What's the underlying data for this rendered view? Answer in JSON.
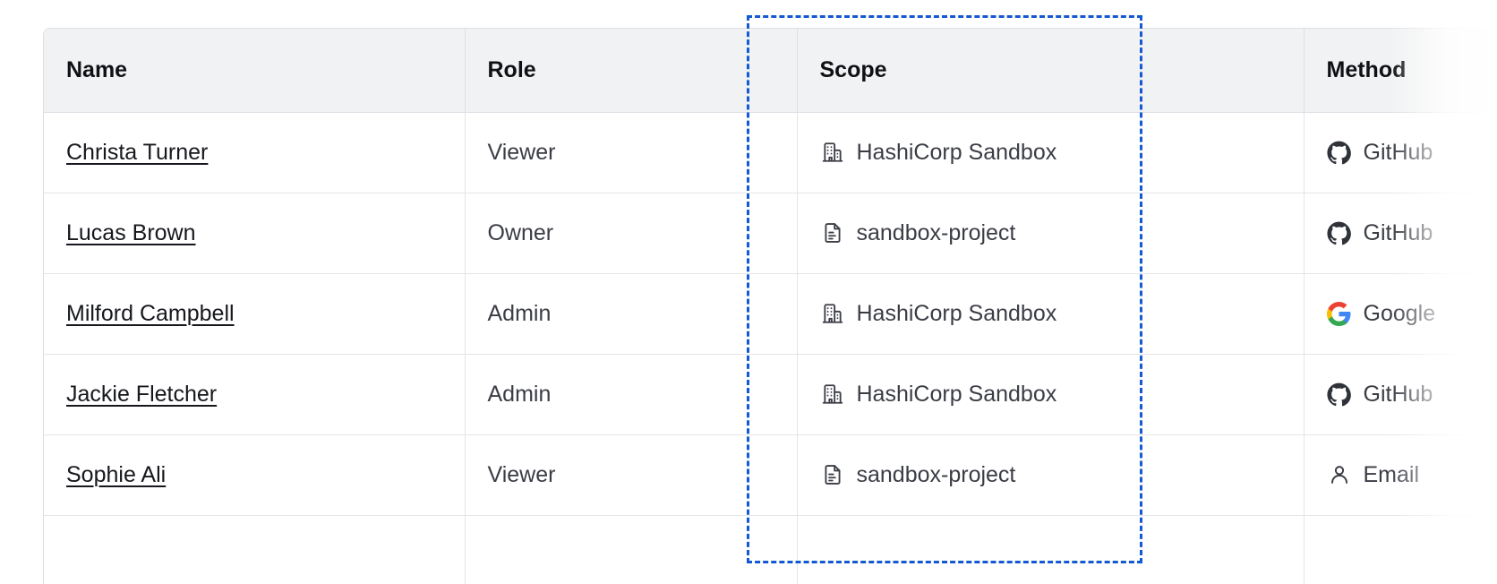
{
  "table": {
    "columns": [
      {
        "key": "name",
        "label": "Name"
      },
      {
        "key": "role",
        "label": "Role"
      },
      {
        "key": "scope",
        "label": "Scope"
      },
      {
        "key": "method",
        "label": "Method"
      }
    ],
    "rows": [
      {
        "name": "Christa Turner",
        "role": "Viewer",
        "scope": "HashiCorp Sandbox",
        "scope_icon": "organization-building-icon",
        "method": "GitHub",
        "method_icon": "github-icon"
      },
      {
        "name": "Lucas Brown",
        "role": "Owner",
        "scope": "sandbox-project",
        "scope_icon": "project-document-icon",
        "method": "GitHub",
        "method_icon": "github-icon"
      },
      {
        "name": "Milford Campbell",
        "role": "Admin",
        "scope": "HashiCorp Sandbox",
        "scope_icon": "organization-building-icon",
        "method": "Google",
        "method_icon": "google-icon"
      },
      {
        "name": "Jackie Fletcher",
        "role": "Admin",
        "scope": "HashiCorp Sandbox",
        "scope_icon": "organization-building-icon",
        "method": "GitHub",
        "method_icon": "github-icon"
      },
      {
        "name": "Sophie Ali",
        "role": "Viewer",
        "scope": "sandbox-project",
        "scope_icon": "project-document-icon",
        "method": "Email",
        "method_icon": "user-person-icon"
      },
      {
        "name": "",
        "role": "",
        "scope": "",
        "scope_icon": "project-document-icon",
        "method": "",
        "method_icon": "user-person-icon"
      }
    ]
  },
  "selection": {
    "name": "scope-column-selection",
    "target_column": "Scope",
    "border_color": "#1359d1",
    "style": "dashed"
  },
  "colors": {
    "header_background": "#f1f2f3",
    "header_text": "#0f1115",
    "body_text": "#3b3d45",
    "link_text": "#16181d",
    "border": "#dcdfe3",
    "row_border": "#e3e5e8",
    "google_blue": "#4285f4",
    "google_red": "#ea4335",
    "google_yellow": "#fbbc05",
    "google_green": "#34a853",
    "github_dark": "#2f3239"
  }
}
